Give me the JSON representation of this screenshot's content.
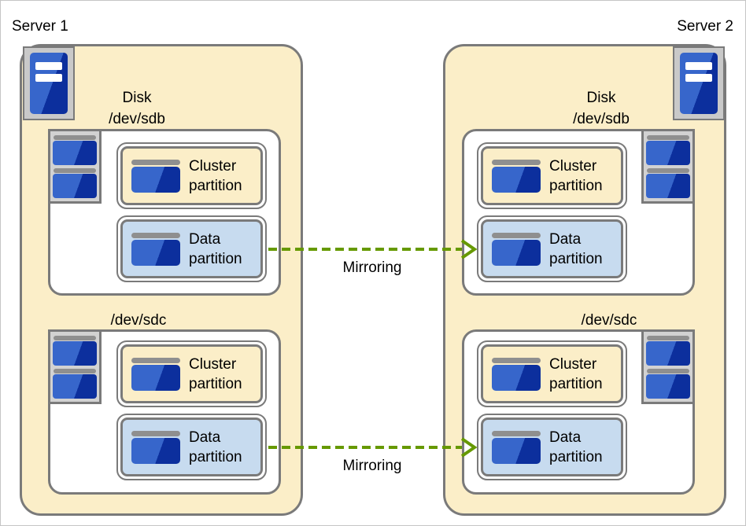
{
  "servers": [
    {
      "name": "Server 1",
      "disks": [
        {
          "label": "Disk",
          "device": "/dev/sdb",
          "partitions": [
            {
              "name": "Cluster partition",
              "type": "cluster"
            },
            {
              "name": "Data partition",
              "type": "data"
            }
          ]
        },
        {
          "device": "/dev/sdc",
          "partitions": [
            {
              "name": "Cluster partition",
              "type": "cluster"
            },
            {
              "name": "Data partition",
              "type": "data"
            }
          ]
        }
      ]
    },
    {
      "name": "Server 2",
      "disks": [
        {
          "label": "Disk",
          "device": "/dev/sdb",
          "partitions": [
            {
              "name": "Cluster partition",
              "type": "cluster"
            },
            {
              "name": "Data partition",
              "type": "data"
            }
          ]
        },
        {
          "device": "/dev/sdc",
          "partitions": [
            {
              "name": "Cluster partition",
              "type": "cluster"
            },
            {
              "name": "Data partition",
              "type": "data"
            }
          ]
        }
      ]
    }
  ],
  "arrows": [
    {
      "label": "Mirroring"
    },
    {
      "label": "Mirroring"
    }
  ],
  "colors": {
    "server_fill": "#FBEEC8",
    "cluster_partition_fill": "#FBEEC8",
    "data_partition_fill": "#C7DBEF",
    "border_gray": "#7A7A7A",
    "icon_box_gray": "#D2D2D2",
    "disk_blue_light": "#3766CB",
    "disk_blue_dark": "#0C2F9D",
    "icon_bar_gray": "#8F8F8F",
    "mirroring_arrow_green": "#669900"
  }
}
